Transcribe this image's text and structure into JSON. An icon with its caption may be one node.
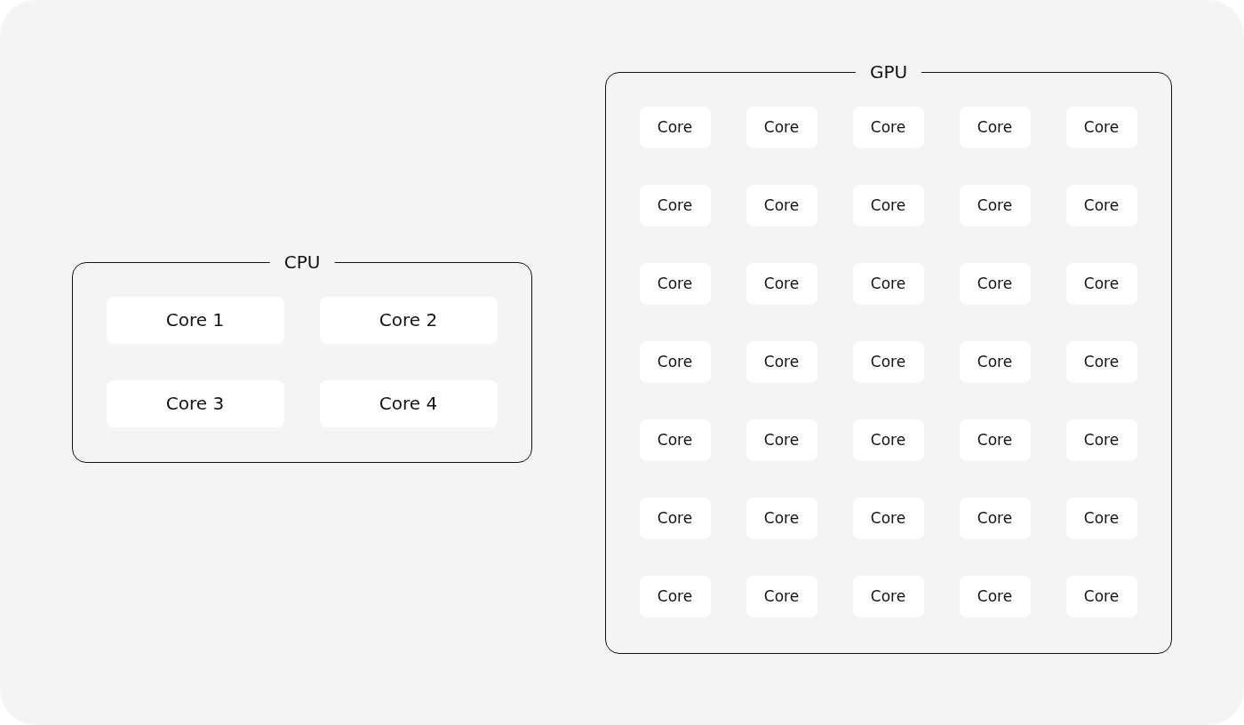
{
  "diagram": {
    "nodes": [
      {
        "text": [
          "CPU"
        ]
      },
      {
        "text": [
          "Core 1"
        ],
        "in": 0
      },
      {
        "text": [
          "Core 2"
        ],
        "in": 0
      },
      {
        "text": [
          "Core 3"
        ],
        "in": 0
      },
      {
        "text": [
          "Core 4"
        ],
        "in": 0
      },
      {
        "text": [
          "GPU"
        ]
      },
      {
        "text": [
          "Core"
        ],
        "in": 5
      },
      {
        "text": [
          "Core"
        ],
        "in": 5
      },
      {
        "text": [
          "Core"
        ],
        "in": 5
      },
      {
        "text": [
          "Core"
        ],
        "in": 5
      },
      {
        "text": [
          "Core"
        ],
        "in": 5
      },
      {
        "text": [
          "Core"
        ],
        "in": 5
      },
      {
        "text": [
          "Core"
        ],
        "in": 5
      },
      {
        "text": [
          "Core"
        ],
        "in": 5
      },
      {
        "text": [
          "Core"
        ],
        "in": 5
      },
      {
        "text": [
          "Core"
        ],
        "in": 5
      },
      {
        "text": [
          "Core"
        ],
        "in": 5
      },
      {
        "text": [
          "Core"
        ],
        "in": 5
      },
      {
        "text": [
          "Core"
        ],
        "in": 5
      },
      {
        "text": [
          "Core"
        ],
        "in": 5
      },
      {
        "text": [
          "Core"
        ],
        "in": 5
      },
      {
        "text": [
          "Core"
        ],
        "in": 5
      },
      {
        "text": [
          "Core"
        ],
        "in": 5
      },
      {
        "text": [
          "Core"
        ],
        "in": 5
      },
      {
        "text": [
          "Core"
        ],
        "in": 5
      },
      {
        "text": [
          "Core"
        ],
        "in": 5
      },
      {
        "text": [
          "Core"
        ],
        "in": 5
      },
      {
        "text": [
          "Core"
        ],
        "in": 5
      },
      {
        "text": [
          "Core"
        ],
        "in": 5
      },
      {
        "text": [
          "Core"
        ],
        "in": 5
      },
      {
        "text": [
          "Core"
        ],
        "in": 5
      },
      {
        "text": [
          "Core"
        ],
        "in": 5
      },
      {
        "text": [
          "Core"
        ],
        "in": 5
      },
      {
        "text": [
          "Core"
        ],
        "in": 5
      },
      {
        "text": [
          "Core"
        ],
        "in": 5
      },
      {
        "text": [
          "Core"
        ],
        "in": 5
      },
      {
        "text": [
          "Core"
        ],
        "in": 5
      },
      {
        "text": [
          "Core"
        ],
        "in": 5
      },
      {
        "text": [
          "Core"
        ],
        "in": 5
      },
      {
        "text": [
          "Core"
        ],
        "in": 5
      },
      {
        "text": [
          "Core"
        ],
        "in": 5
      }
    ]
  }
}
